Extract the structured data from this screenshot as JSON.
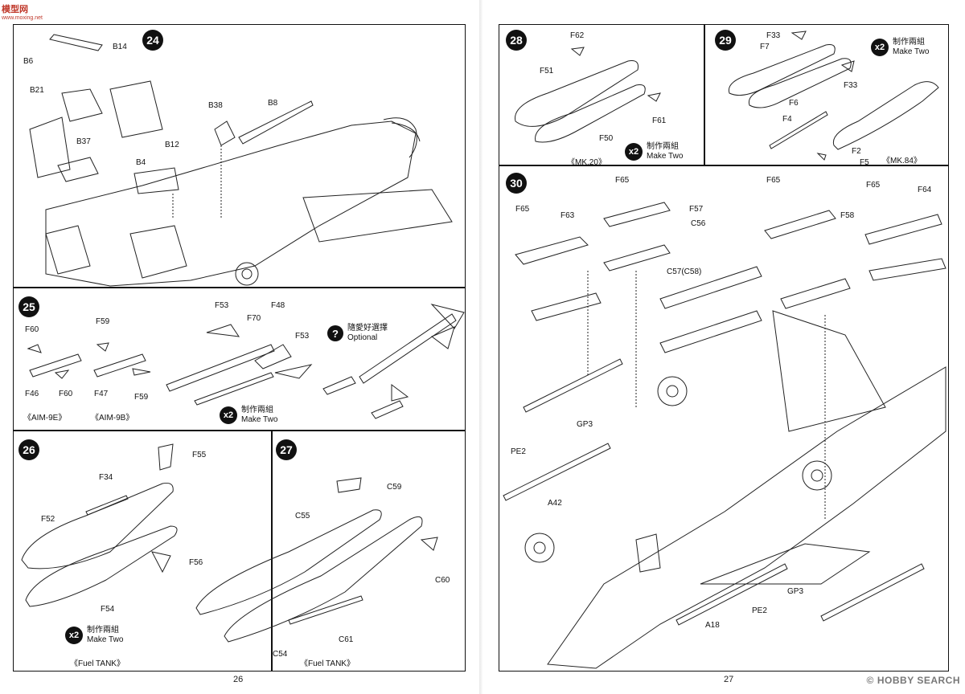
{
  "site_logo": {
    "text": "模型网",
    "sub": "www.moxing.net"
  },
  "watermark": {
    "text": "HOBBY SEARCH"
  },
  "pages": {
    "left_number": "26",
    "right_number": "27"
  },
  "steps": {
    "s24": {
      "number": "24",
      "labels": [
        "B14",
        "B6",
        "B21",
        "B37",
        "B4",
        "B12",
        "B38",
        "B8"
      ]
    },
    "s25": {
      "number": "25",
      "labels": [
        "F60",
        "F46",
        "F60",
        "F59",
        "F47",
        "F59",
        "F53",
        "F70",
        "F48",
        "F53"
      ],
      "captions": [
        "《AIM-9E》",
        "《AIM-9B》"
      ],
      "optional": {
        "cn": "隨愛好選擇",
        "en": "Optional"
      },
      "make": {
        "count": "x2",
        "cn": "制作兩組",
        "en": "Make Two"
      }
    },
    "s26": {
      "number": "26",
      "labels": [
        "F55",
        "F34",
        "F52",
        "F56",
        "F54"
      ],
      "caption": "《Fuel TANK》",
      "make": {
        "count": "x2",
        "cn": "制作兩組",
        "en": "Make Two"
      }
    },
    "s27": {
      "number": "27",
      "labels": [
        "C59",
        "C55",
        "C60",
        "C54",
        "C61"
      ],
      "caption": "《Fuel TANK》"
    },
    "s28": {
      "number": "28",
      "labels": [
        "F62",
        "F51",
        "F61",
        "F50"
      ],
      "caption": "《MK.20》",
      "make": {
        "count": "x2",
        "cn": "制作兩組",
        "en": "Make Two"
      }
    },
    "s29": {
      "number": "29",
      "labels": [
        "F33",
        "F7",
        "F33",
        "F6",
        "F4",
        "F2",
        "F5"
      ],
      "caption": "《MK.84》",
      "make": {
        "count": "x2",
        "cn": "制作兩組",
        "en": "Make Two"
      }
    },
    "s30": {
      "number": "30",
      "labels": [
        "F65",
        "F65",
        "F63",
        "F57",
        "F65",
        "C56",
        "F58",
        "F65",
        "F64",
        "C57(C58)",
        "GP3",
        "PE2",
        "A42",
        "A18",
        "PE2",
        "GP3"
      ]
    }
  }
}
